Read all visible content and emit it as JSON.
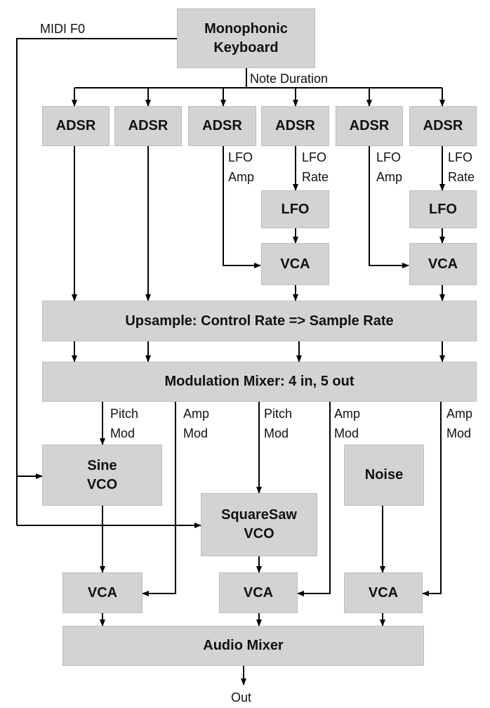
{
  "blocks": {
    "keyboard": "Monophonic\nKeyboard",
    "adsr1": "ADSR",
    "adsr2": "ADSR",
    "adsr3": "ADSR",
    "adsr4": "ADSR",
    "adsr5": "ADSR",
    "adsr6": "ADSR",
    "lfo1": "LFO",
    "lfo2": "LFO",
    "vca_lfo1": "VCA",
    "vca_lfo2": "VCA",
    "upsample": "Upsample: Control Rate => Sample Rate",
    "mod_mixer": "Modulation Mixer: 4 in, 5 out",
    "sine_vco": "Sine\nVCO",
    "squaresaw_vco": "SquareSaw\nVCO",
    "noise": "Noise",
    "vca_sine": "VCA",
    "vca_squaresaw": "VCA",
    "vca_noise": "VCA",
    "audio_mixer": "Audio Mixer"
  },
  "labels": {
    "midi_f0": "MIDI F0",
    "note_duration": "Note Duration",
    "lfo_amp_1": "LFO\nAmp",
    "lfo_rate_1": "LFO\nRate",
    "lfo_amp_2": "LFO\nAmp",
    "lfo_rate_2": "LFO\nRate",
    "pitch_mod_1": "Pitch\nMod",
    "amp_mod_1": "Amp\nMod",
    "pitch_mod_2": "Pitch\nMod",
    "amp_mod_2": "Amp\nMod",
    "amp_mod_3": "Amp\nMod",
    "out": "Out"
  },
  "colors": {
    "block_fill": "#d3d3d3",
    "line": "#000000"
  }
}
